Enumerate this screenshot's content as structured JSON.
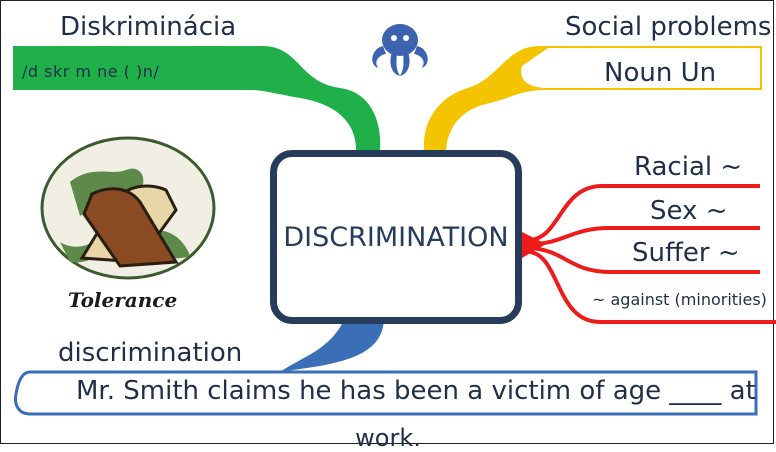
{
  "title": "DISCRIMINATION",
  "branches": {
    "green": {
      "word": "Diskriminácia",
      "phonetic": "/d    skr  m    ne    (  )n/"
    },
    "yellow": {
      "word": "Social problems",
      "pos": "Noun Un"
    },
    "red": {
      "items": [
        "Racial ~",
        "Sex ~",
        "Suffer ~",
        "~ against (minorities)"
      ]
    },
    "blue": {
      "word": "discrimination",
      "sentence": "Mr. Smith claims he has been a victim of age ____ at",
      "sentence_end": "work."
    }
  },
  "image_caption": "Tolerance",
  "colors": {
    "green": "#20b04a",
    "yellow": "#f5c400",
    "red": "#ee1b1b",
    "blue": "#3a6fb8",
    "navy": "#263c5a"
  },
  "icons": [
    "octopus-icon",
    "handshake-globe-icon"
  ]
}
